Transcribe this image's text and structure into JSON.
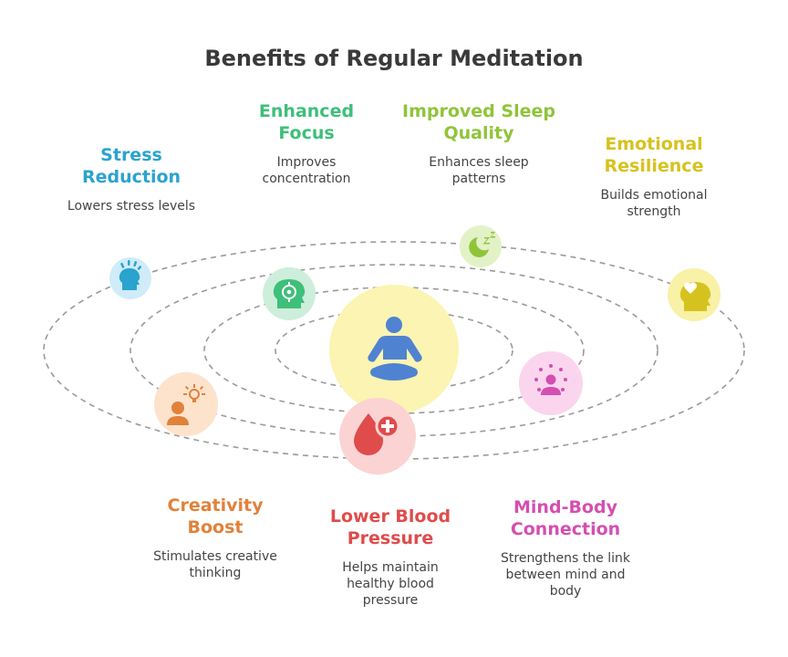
{
  "title": "Benefits of Regular Meditation",
  "colors": {
    "stress": "#2aa3cf",
    "focus": "#3ebf7a",
    "sleep": "#8fc43a",
    "emotional": "#d6c21f",
    "creativity": "#e0823a",
    "blood": "#e04b4b",
    "mindbody": "#d44fb0"
  },
  "benefits": [
    {
      "id": "stress",
      "title_line1": "Stress",
      "title_line2": "Reduction",
      "desc": [
        "Lowers stress levels"
      ],
      "icon": "stressed-head-icon"
    },
    {
      "id": "focus",
      "title_line1": "Enhanced",
      "title_line2": "Focus",
      "desc": [
        "Improves",
        "concentration"
      ],
      "icon": "head-target-icon"
    },
    {
      "id": "sleep",
      "title_line1": "Improved Sleep",
      "title_line2": "Quality",
      "desc": [
        "Enhances sleep",
        "patterns"
      ],
      "icon": "moon-zz-icon"
    },
    {
      "id": "emotional",
      "title_line1": "Emotional",
      "title_line2": "Resilience",
      "desc": [
        "Builds emotional",
        "strength"
      ],
      "icon": "head-heart-icon"
    },
    {
      "id": "creativity",
      "title_line1": "Creativity",
      "title_line2": "Boost",
      "desc": [
        "Stimulates creative",
        "thinking"
      ],
      "icon": "person-lightbulb-icon"
    },
    {
      "id": "blood",
      "title_line1": "Lower Blood",
      "title_line2": "Pressure",
      "desc": [
        "Helps maintain",
        "healthy blood",
        "pressure"
      ],
      "icon": "blood-drop-plus-icon"
    },
    {
      "id": "mindbody",
      "title_line1": "Mind-Body",
      "title_line2": "Connection",
      "desc": [
        "Strengthens the link",
        "between mind and",
        "body"
      ],
      "icon": "person-aura-icon"
    }
  ],
  "center_icon": "meditating-person-icon"
}
